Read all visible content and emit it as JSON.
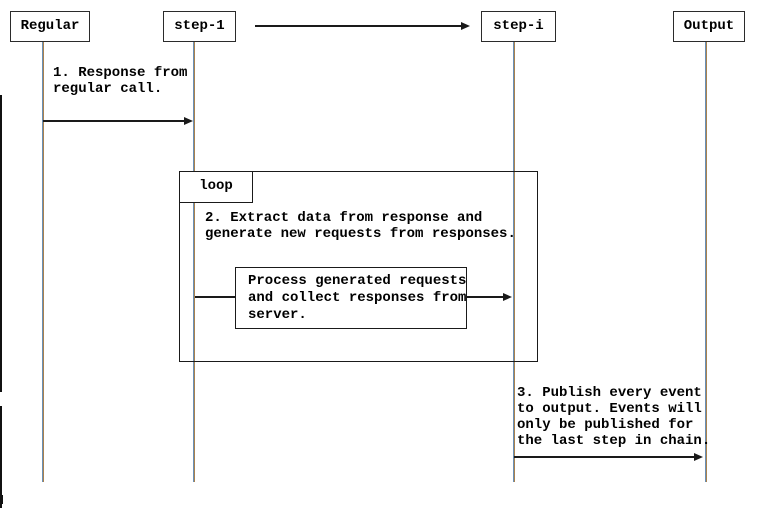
{
  "participants": [
    {
      "label": "Regular"
    },
    {
      "label": "step-1"
    },
    {
      "label": "step-i"
    },
    {
      "label": "Output"
    }
  ],
  "loop": {
    "label": "loop",
    "lines": [
      "2. Extract data from response and",
      "generate new requests from responses."
    ]
  },
  "messages": {
    "msg1": {
      "lines": [
        "1. Response from",
        "regular call."
      ]
    },
    "process": {
      "lines": [
        "Process generated requests",
        "and collect responses from",
        "server."
      ]
    },
    "msg3": {
      "lines": [
        "3. Publish every event",
        "to output. Events will",
        "only be published for",
        "the last step in chain."
      ]
    }
  },
  "colors": {
    "line": "#1a1a1a",
    "text": "#000000",
    "background": "#ffffff",
    "lifeline_blue": "#6a8fb5",
    "lifeline_tan": "#a8824f"
  }
}
